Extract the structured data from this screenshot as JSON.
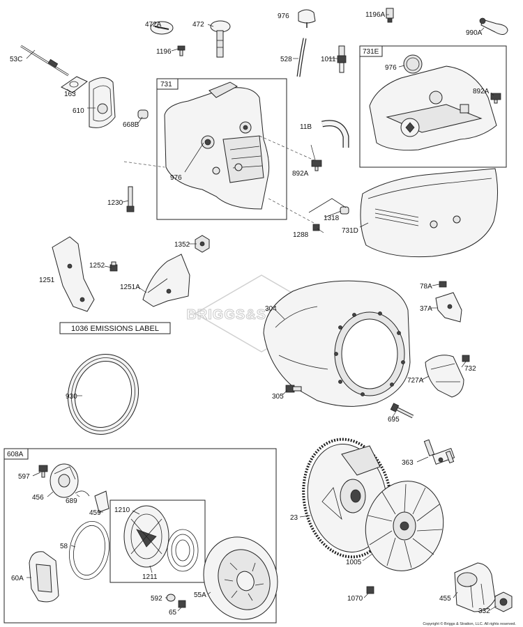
{
  "labels": {
    "l53C": "53C",
    "l163": "163",
    "l610": "610",
    "l668B": "668B",
    "l472A": "472A",
    "l472": "472",
    "l1196": "1196",
    "l976a": "976",
    "l528": "528",
    "l1011": "1011",
    "l1196A": "1196A",
    "l990A": "990A",
    "l731": "731",
    "l976b": "976",
    "l1230": "1230",
    "l11B": "11B",
    "l892Aa": "892A",
    "l731E": "731E",
    "l976c": "976",
    "l892Ab": "892A",
    "l1318": "1318",
    "l1288": "1288",
    "l731D": "731D",
    "l1352": "1352",
    "l1252": "1252",
    "l1251": "1251",
    "l1251A": "1251A",
    "l304": "304",
    "l78A": "78A",
    "l37A": "37A",
    "l930": "930",
    "l305": "305",
    "l732": "732",
    "l727A": "727A",
    "l695": "695",
    "l608A": "608A",
    "l597": "597",
    "l456": "456",
    "l689": "689",
    "l459": "459",
    "l1210": "1210",
    "l1211": "1211",
    "l58": "58",
    "l60A": "60A",
    "l592": "592",
    "l65": "65",
    "l55A": "55A",
    "l23": "23",
    "l363": "363",
    "l1005": "1005",
    "l1070": "1070",
    "l455": "455",
    "l332": "332"
  },
  "emissions_label": "1036 EMISSIONS LABEL",
  "watermark": "BRIGGS&STRATTON",
  "copyright": "Copyright © Briggs & Stratton, LLC. All rights reserved."
}
